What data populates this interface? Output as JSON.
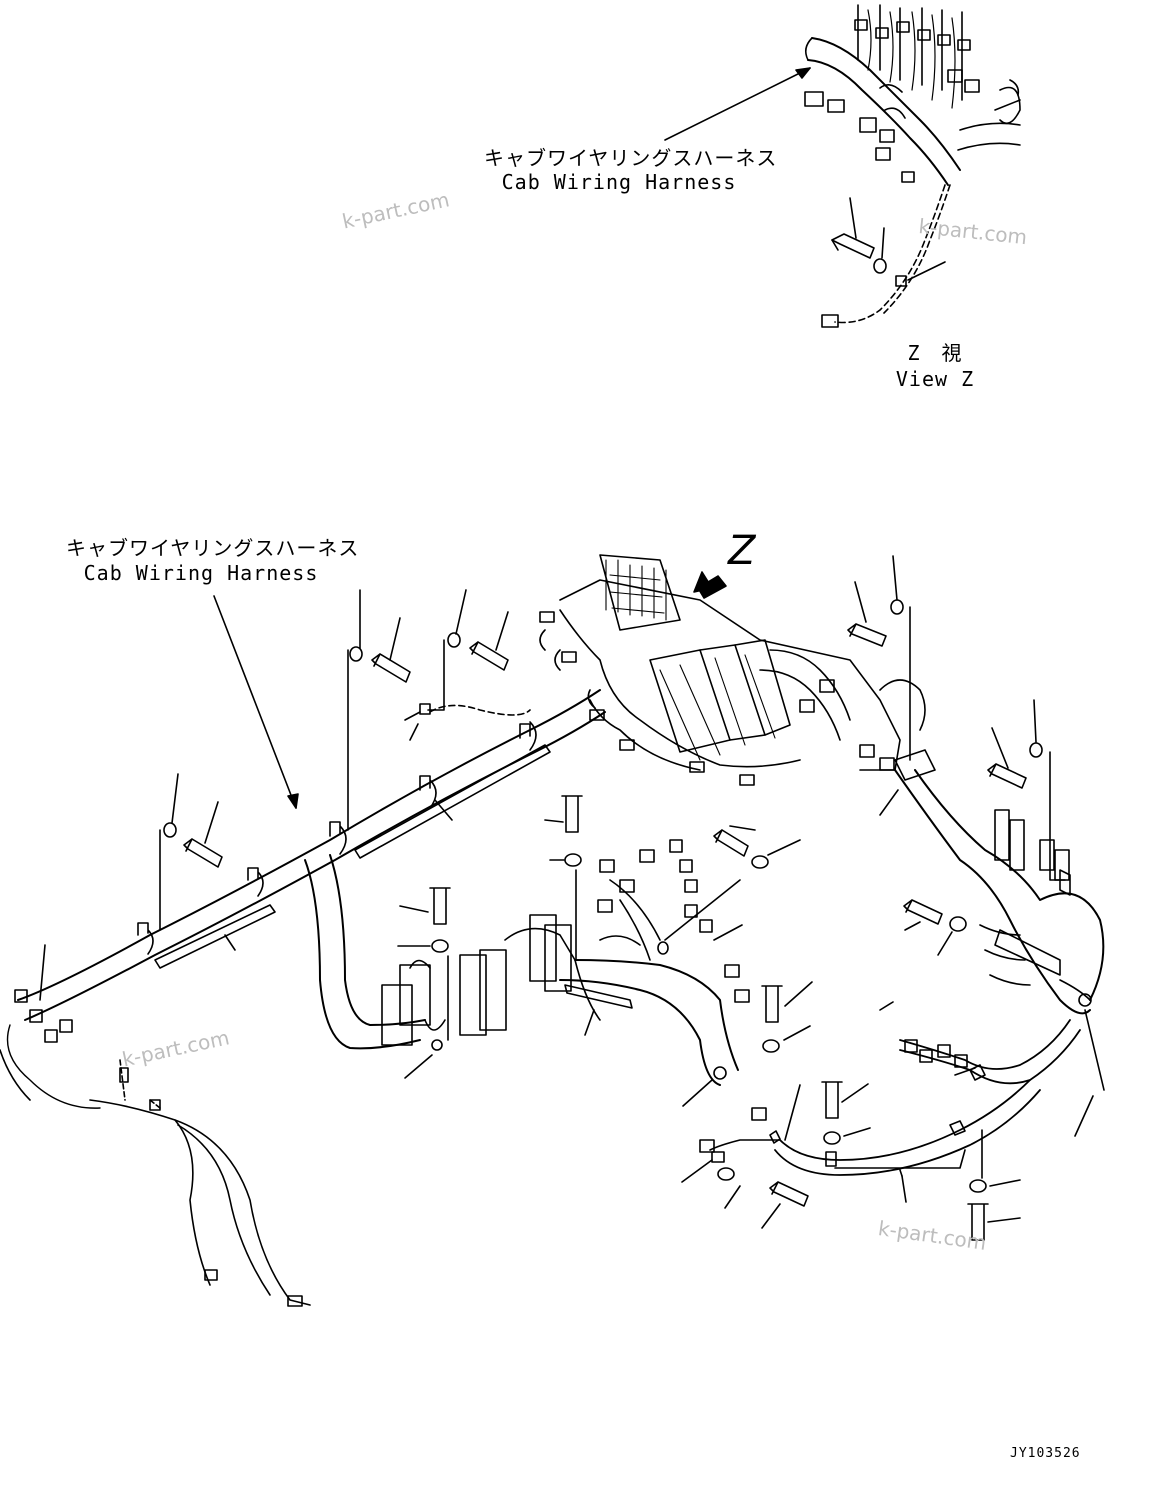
{
  "labels": {
    "top_harness_jp": "キャブワイヤリングスハーネス",
    "top_harness_en": "Cab Wiring Harness",
    "mid_harness_jp": "キャブワイヤリングスハーネス",
    "mid_harness_en": "Cab Wiring Harness",
    "view_jp": "Z　視",
    "view_en": "View Z",
    "z_marker": "Z"
  },
  "watermarks": [
    "k-part.com",
    "k-part.com",
    "k-part.com",
    "k-part.com"
  ],
  "drawing_code": "JY103526",
  "colors": {
    "line": "#000000",
    "watermark": "#bdbdbd",
    "background": "#ffffff"
  }
}
